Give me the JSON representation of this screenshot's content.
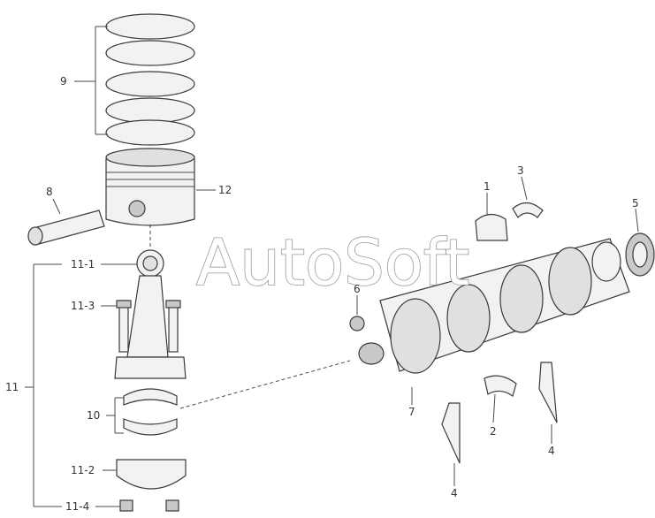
{
  "watermark": "AutoSoft",
  "colors": {
    "outline": "#3a3a3a",
    "shade": "#c9c9c9",
    "leader": "#4a4a4a"
  },
  "callouts": {
    "c1": "1",
    "c2": "2",
    "c3": "3",
    "c4a": "4",
    "c4b": "4",
    "c5": "5",
    "c6": "6",
    "c7": "7",
    "c8": "8",
    "c9": "9",
    "c10": "10",
    "c11": "11",
    "c11_1": "11-1",
    "c11_2": "11-2",
    "c11_3": "11-3",
    "c11_4": "11-4",
    "c12": "12"
  }
}
